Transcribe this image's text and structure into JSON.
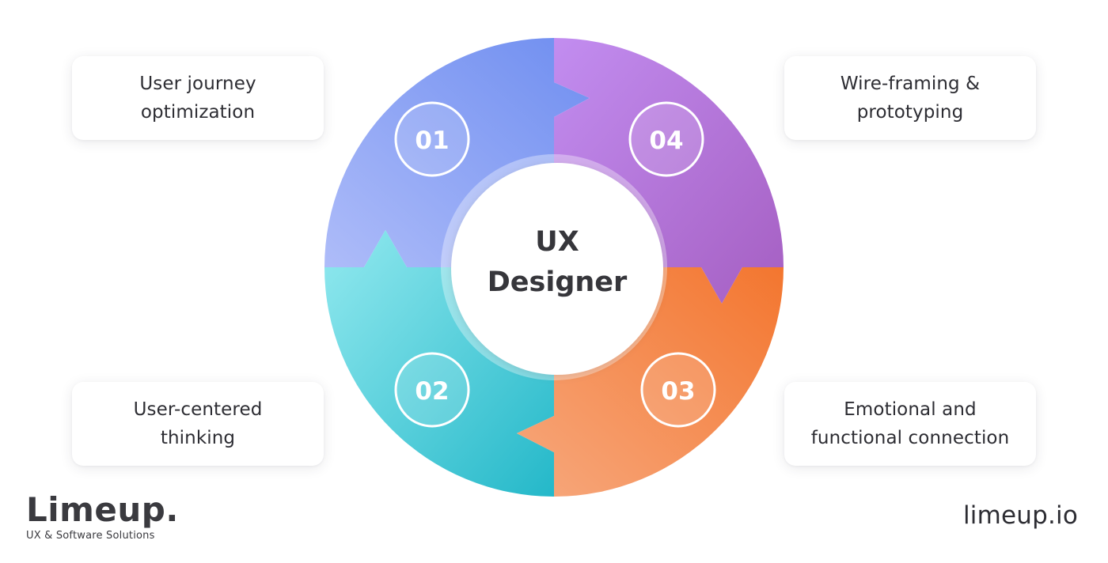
{
  "center": {
    "line1": "UX",
    "line2": "Designer"
  },
  "steps": [
    {
      "number": "01",
      "label_line1": "User journey",
      "label_line2": "optimization",
      "color_start": "#aebcf9",
      "color_end": "#6f8ef0"
    },
    {
      "number": "02",
      "label_line1": "User-centered",
      "label_line2": "thinking",
      "color_start": "#92e9ef",
      "color_end": "#24b8c9"
    },
    {
      "number": "03",
      "label_line1": "Emotional and",
      "label_line2": "functional connection",
      "color_start": "#f7a87d",
      "color_end": "#f3762f"
    },
    {
      "number": "04",
      "label_line1": "Wire-framing &",
      "label_line2": "prototyping",
      "color_start": "#c28df0",
      "color_end": "#a55fc2"
    }
  ],
  "brand": {
    "name": "Limeup.",
    "tagline": "UX & Software Solutions"
  },
  "site_url": "limeup.io"
}
